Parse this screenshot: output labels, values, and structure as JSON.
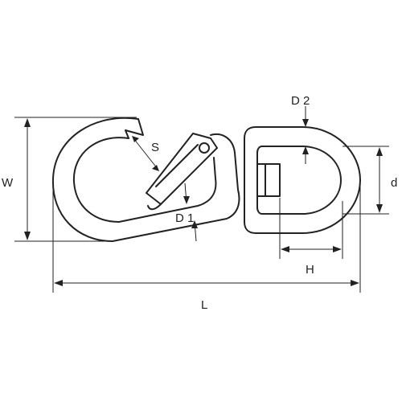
{
  "labels": {
    "W": "W",
    "S": "S",
    "D1": "D 1",
    "D2": "D 2",
    "d": "d",
    "H": "H",
    "L": "L"
  },
  "colors": {
    "ink": "#222222",
    "background": "#ffffff"
  }
}
